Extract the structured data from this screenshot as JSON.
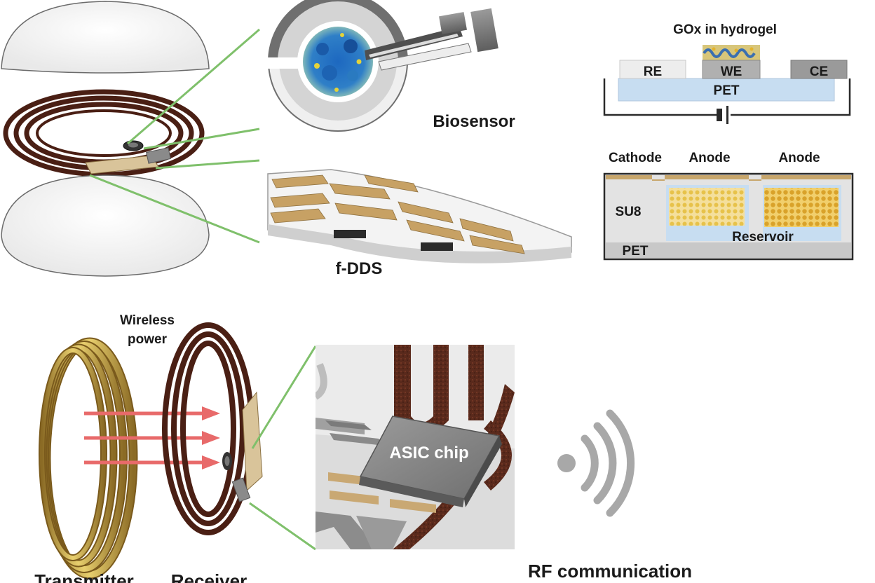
{
  "labels": {
    "biosensor": "Biosensor",
    "fdds": "f-DDS",
    "gox": "GOx in hydrogel",
    "re": "RE",
    "we": "WE",
    "ce": "CE",
    "pet_top": "PET",
    "cathode": "Cathode",
    "anode_1": "Anode",
    "anode_2": "Anode",
    "su8": "SU8",
    "reservoir": "Reservoir",
    "pet_bottom": "PET",
    "wireless_power_line1": "Wireless",
    "wireless_power_line2": "power",
    "asic_chip": "ASIC chip",
    "rf_communication": "RF communication",
    "transmitter": "Transmitter",
    "receiver": "Receiver"
  },
  "colors": {
    "coil_brown": "#4a1f14",
    "gold": "#c7a553",
    "gold_light": "#e9d07a",
    "hydrogel_blue": "#2a6fb8",
    "pet_blue": "#c7ddf1",
    "arrow_red": "#e86a6a",
    "leader_green": "#7fc06b",
    "wifi_gray": "#a8a8a8"
  }
}
